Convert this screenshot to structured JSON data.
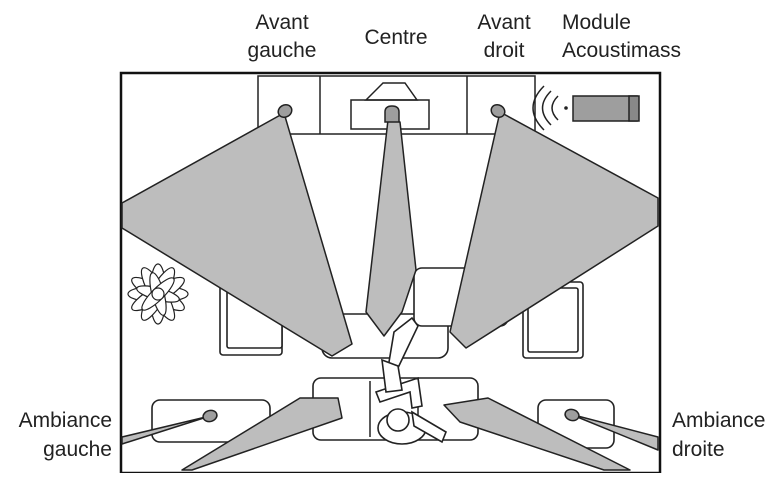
{
  "labels": {
    "front_left": [
      "Avant",
      "gauche"
    ],
    "center": [
      "Centre"
    ],
    "front_right": [
      "Avant",
      "droit"
    ],
    "module": [
      "Module",
      "Acoustimass"
    ],
    "surround_left": [
      "Ambiance",
      "gauche"
    ],
    "surround_right": [
      "Ambiance",
      "droite"
    ]
  },
  "colors": {
    "beam": "#bdbdbd",
    "speaker": "#9e9e9e",
    "outline": "#222222"
  },
  "icons": {
    "module_waves": "sound-waves-icon",
    "plant": "plant-icon",
    "person": "listener-icon"
  }
}
